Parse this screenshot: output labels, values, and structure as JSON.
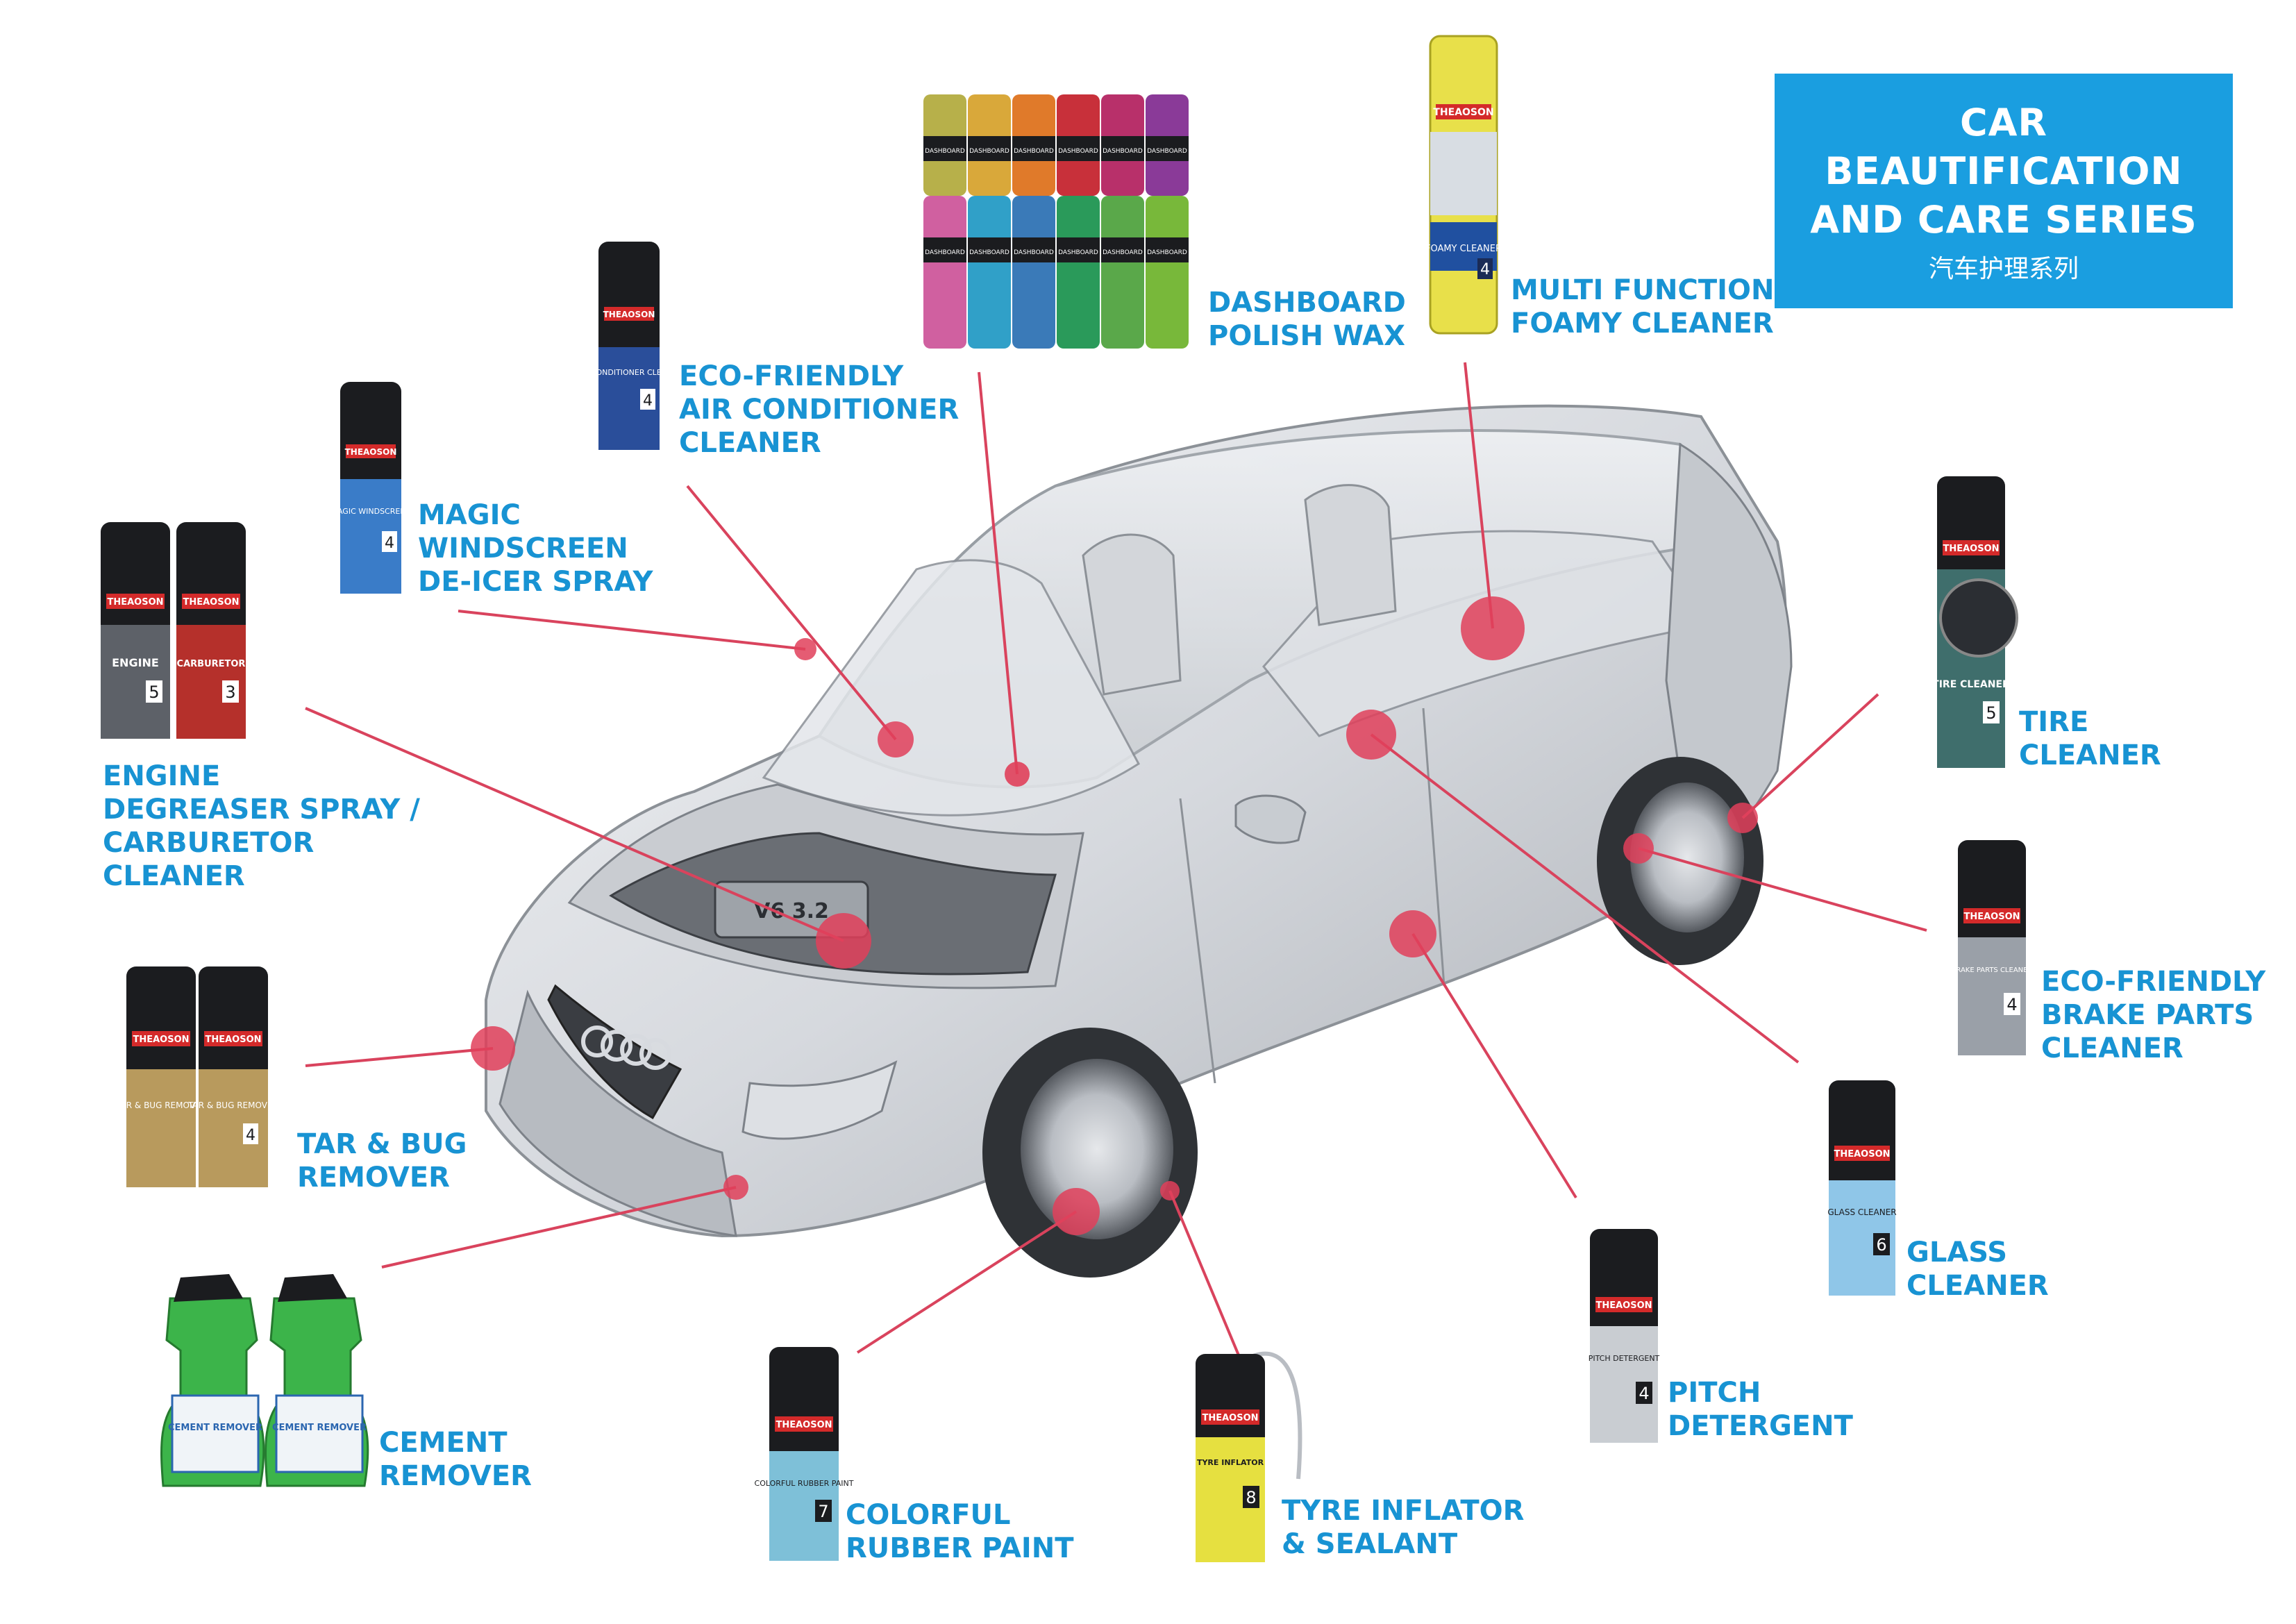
{
  "title": {
    "lines": [
      "CAR",
      "BEAUTIFICATION",
      "AND CARE SERIES"
    ],
    "subtitle": "汽车护理系列"
  },
  "brand": "THEAOSON",
  "accent_color": "#1a9ee0",
  "marker_color": "#e0405a",
  "products": [
    {
      "id": "dashboard",
      "label_lines": [
        "DASHBOARD",
        "POLISH WAX"
      ],
      "can_text": "DASHBOARD"
    },
    {
      "id": "foamy",
      "label_lines": [
        "MULTI FUNCTION",
        "FOAMY CLEANER"
      ],
      "can_text": "FOAMY CLEANER",
      "can_number": "4"
    },
    {
      "id": "ac",
      "label_lines": [
        "ECO-FRIENDLY",
        "AIR CONDITIONER",
        "CLEANER"
      ],
      "can_text": "AIR CONDITIONER CLEANER",
      "can_number": "4"
    },
    {
      "id": "windscreen",
      "label_lines": [
        "MAGIC",
        "WINDSCREEN",
        "DE-ICER SPRAY"
      ],
      "can_text": "MAGIC WINDSCREEN",
      "can_number": "4"
    },
    {
      "id": "engine",
      "label_lines": [
        "ENGINE",
        "DEGREASER SPRAY /",
        "CARBURETOR",
        "CLEANER"
      ],
      "can_text": [
        "ENGINE",
        "CARBURETOR"
      ],
      "can_numbers": [
        "5",
        "3"
      ]
    },
    {
      "id": "tarbug",
      "label_lines": [
        "TAR & BUG",
        "REMOVER"
      ],
      "can_text": "TAR & BUG REMOVER",
      "can_number": "4"
    },
    {
      "id": "cement",
      "label_lines": [
        "CEMENT",
        "REMOVER"
      ],
      "can_text": "CEMENT REMOVER"
    },
    {
      "id": "rubber",
      "label_lines": [
        "COLORFUL",
        "RUBBER PAINT"
      ],
      "can_text": "COLORFUL RUBBER PAINT",
      "can_number": "7"
    },
    {
      "id": "tyre",
      "label_lines": [
        "TYRE INFLATOR",
        "& SEALANT"
      ],
      "can_text": "TYRE INFLATOR",
      "can_number": "8"
    },
    {
      "id": "pitch",
      "label_lines": [
        "PITCH",
        "DETERGENT"
      ],
      "can_text": "PITCH DETERGENT",
      "can_number": "4"
    },
    {
      "id": "glass",
      "label_lines": [
        "GLASS",
        "CLEANER"
      ],
      "can_text": "GLASS CLEANER",
      "can_number": "6"
    },
    {
      "id": "brake",
      "label_lines": [
        "ECO-FRIENDLY",
        "BRAKE PARTS",
        "CLEANER"
      ],
      "can_text": "BRAKE PARTS CLEANER",
      "can_number": "4"
    },
    {
      "id": "tire",
      "label_lines": [
        "TIRE",
        "CLEANER"
      ],
      "can_text": "TIRE CLEANER",
      "can_number": "5"
    }
  ],
  "vehicle_badge": "V6 3.2"
}
